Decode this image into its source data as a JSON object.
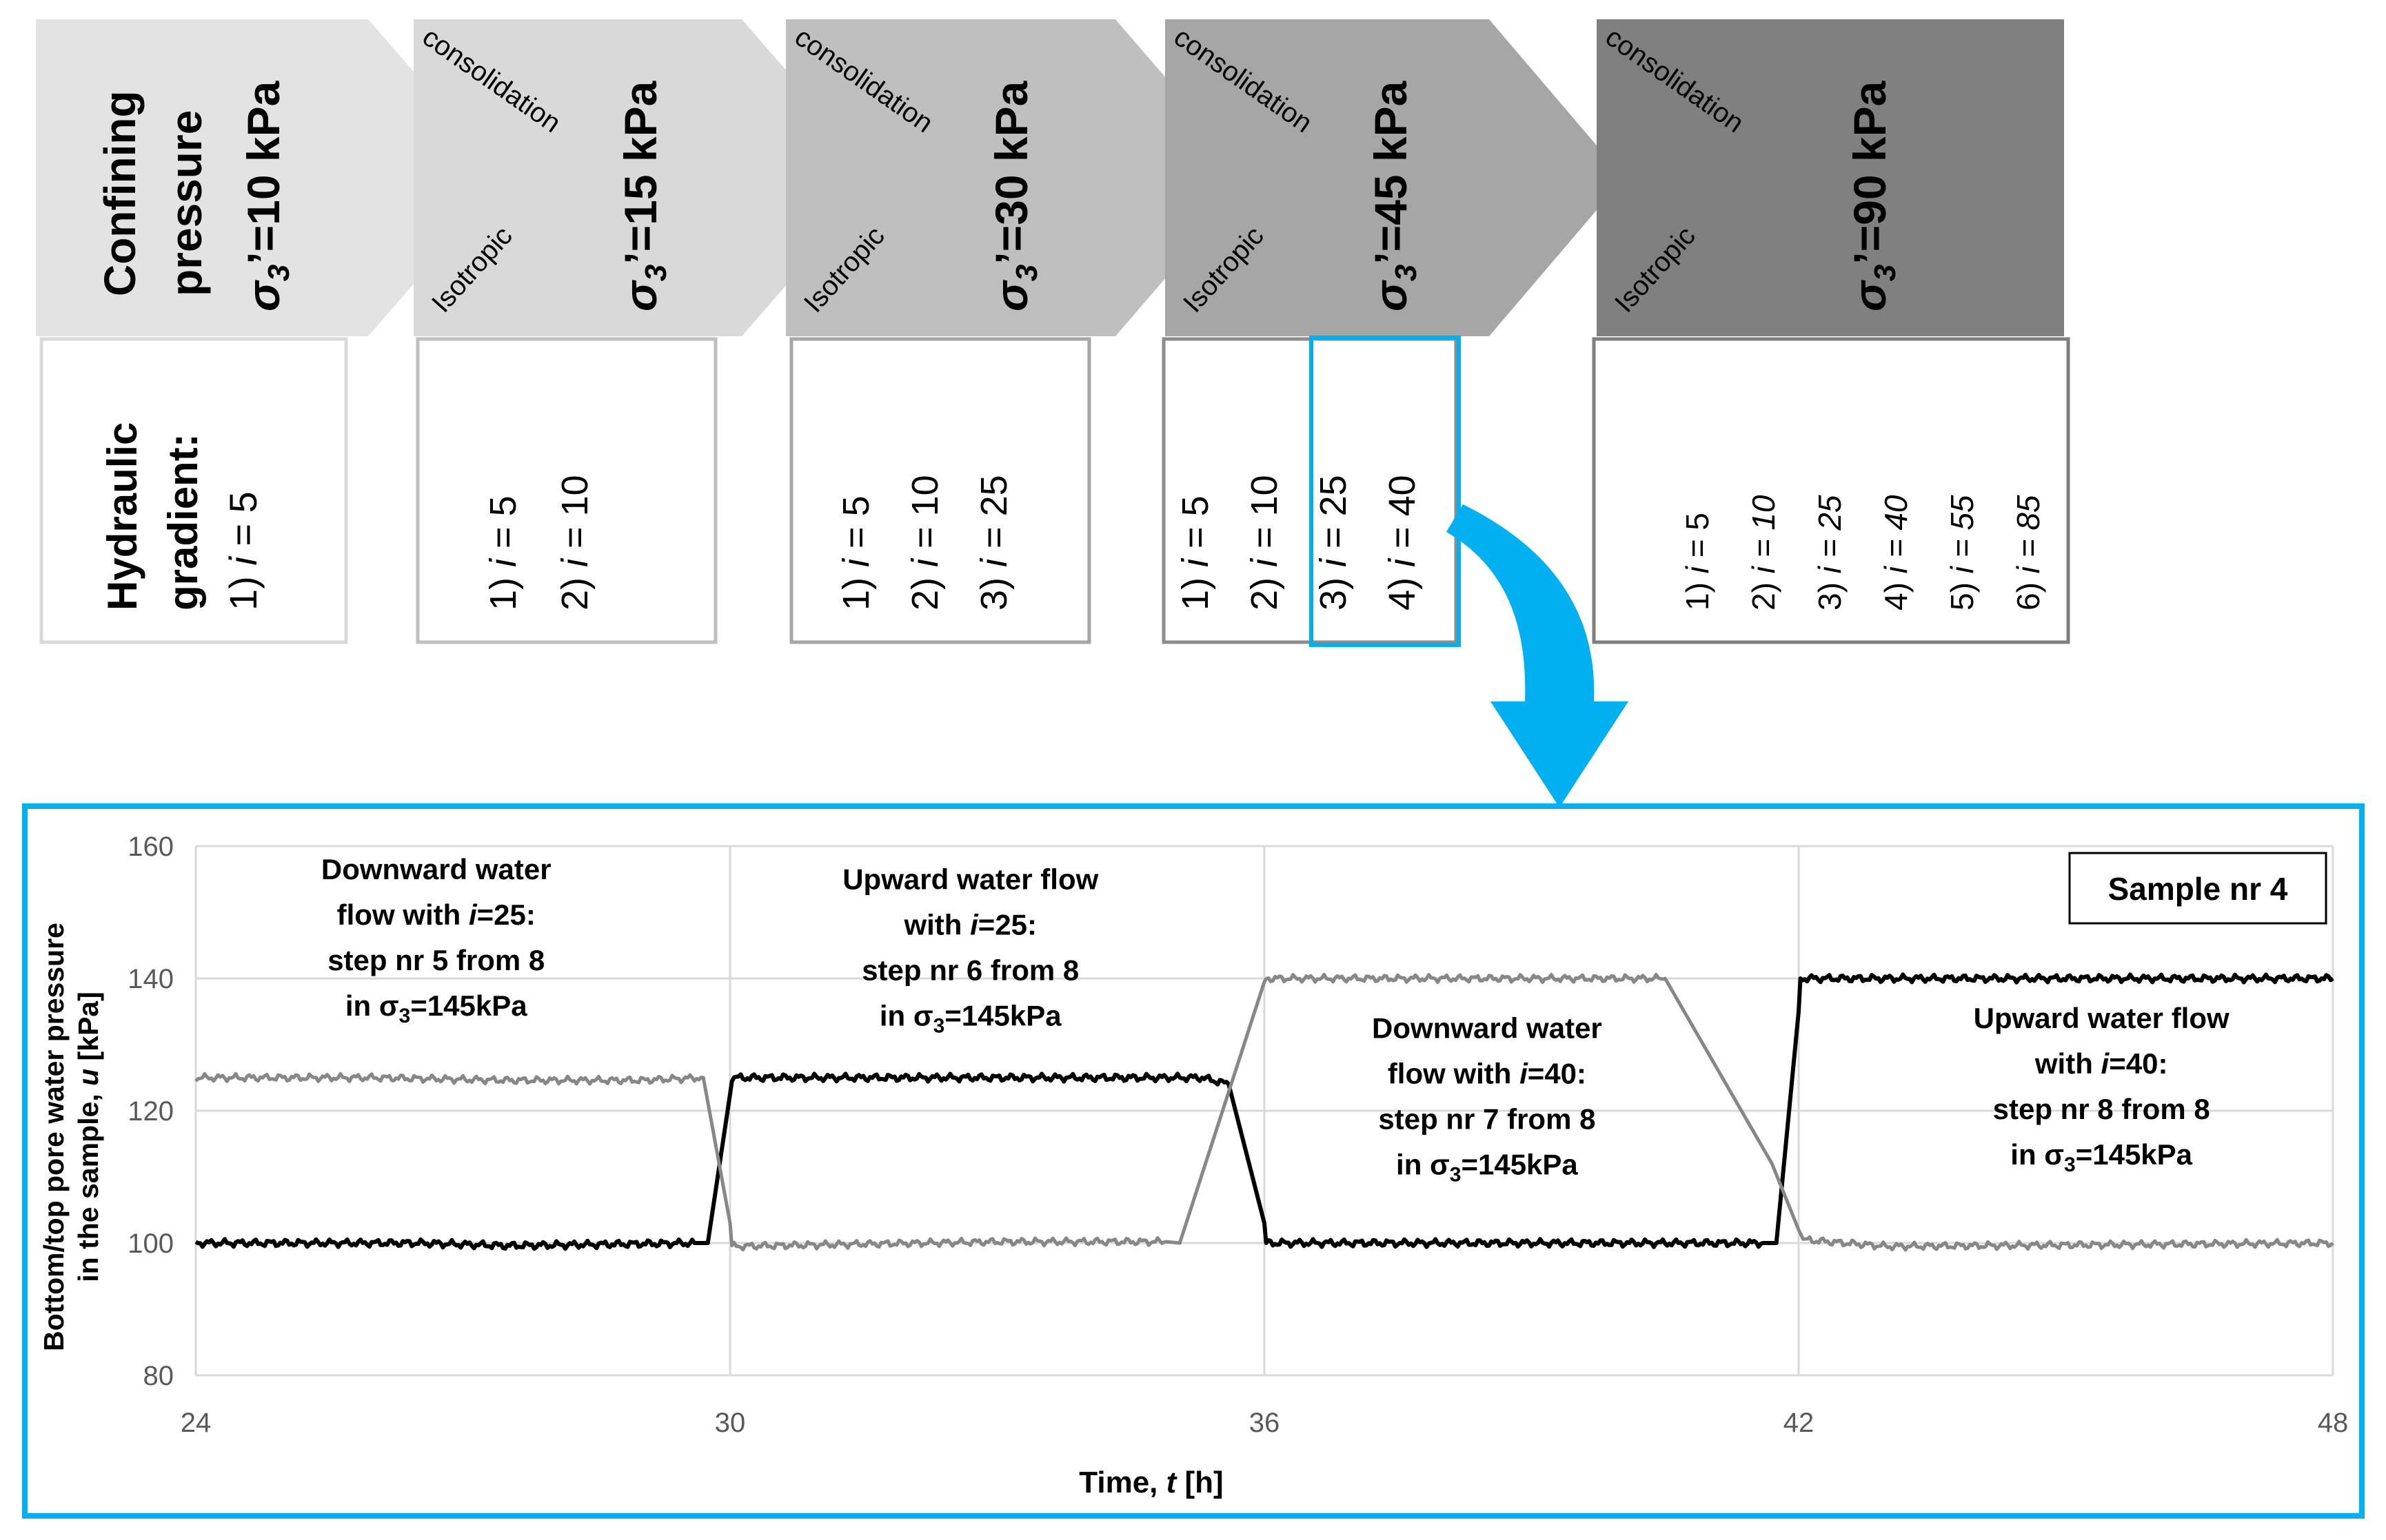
{
  "stages": [
    {
      "header_lines": [
        "Confining",
        "pressure"
      ],
      "sigma": {
        "sym": "σ",
        "sub": "3",
        "rest": "’=10 kPa"
      },
      "gradient_header": [
        "Hydraulic",
        "gradient:"
      ],
      "steps": [
        "1) i = 5"
      ],
      "fill": "#e3e3e3",
      "box_border": "#d9d9d9"
    },
    {
      "consolidation": "consolidation",
      "isotropic": "Isotropic",
      "sigma": {
        "sym": "σ",
        "sub": "3",
        "rest": "’=15 kPa"
      },
      "steps": [
        "1) i = 5",
        "2) i = 10"
      ],
      "fill": "#d9d9d9",
      "box_border": "#bfbfbf"
    },
    {
      "consolidation": "consolidation",
      "isotropic": "Isotropic",
      "sigma": {
        "sym": "σ",
        "sub": "3",
        "rest": "’=30 kPa"
      },
      "steps": [
        "1) i = 5",
        "2) i = 10",
        "3) i = 25"
      ],
      "fill": "#bfbfbf",
      "box_border": "#a6a6a6"
    },
    {
      "consolidation": "consolidation",
      "isotropic": "Isotropic",
      "sigma": {
        "sym": "σ",
        "sub": "3",
        "rest": "’=45 kPa"
      },
      "steps": [
        "1) i = 5",
        "2) i = 10",
        "3) i = 25",
        "4) i = 40"
      ],
      "fill": "#a6a6a6",
      "box_border": "#8c8c8c"
    },
    {
      "consolidation": "consolidation",
      "isotropic": "Isotropic",
      "sigma": {
        "sym": "σ",
        "sub": "3",
        "rest": "’=90 kPa"
      },
      "steps": [
        "1) i = 5",
        "2) i = 10",
        "3) i = 25",
        "4) i = 40",
        "5) i = 55",
        "6) i = 85"
      ],
      "fill": "#808080",
      "box_border": "#7f7f7f"
    }
  ],
  "highlight_color": "#00b0f0",
  "chart_data": {
    "type": "line",
    "legend_box": "Sample nr 4",
    "xlabel": {
      "main": "Time, ",
      "italic": "t",
      "rest": " [h]"
    },
    "ylabel": {
      "line1": "Bottom/top pore water pressure",
      "line2_main": "in the sample, ",
      "line2_italic": "u",
      "line2_rest": " [kPa]"
    },
    "xlim": [
      24,
      48
    ],
    "ylim": [
      80,
      160
    ],
    "xticks": [
      "24",
      "30",
      "36",
      "42",
      "48"
    ],
    "yticks": [
      "80",
      "100",
      "120",
      "140",
      "160"
    ],
    "grid": true,
    "series": [
      {
        "color": "#000000",
        "points": [
          [
            24,
            100
          ],
          [
            26.5,
            100
          ],
          [
            27.5,
            99.6
          ],
          [
            29.6,
            100
          ],
          [
            29.75,
            100
          ],
          [
            30,
            122.5
          ],
          [
            30.02,
            125
          ],
          [
            34,
            125
          ],
          [
            35.3,
            125
          ],
          [
            35.6,
            124
          ],
          [
            36,
            103
          ],
          [
            36.02,
            100
          ],
          [
            41.6,
            100
          ],
          [
            41.75,
            100
          ],
          [
            42,
            135
          ],
          [
            42.02,
            140
          ],
          [
            48,
            140
          ]
        ]
      },
      {
        "color": "#878787",
        "points": [
          [
            24,
            125
          ],
          [
            26,
            125
          ],
          [
            27.5,
            124.6
          ],
          [
            29,
            124.6
          ],
          [
            29.7,
            125
          ],
          [
            30,
            103
          ],
          [
            30.02,
            99.5
          ],
          [
            33,
            100.2
          ],
          [
            34.9,
            100.2
          ],
          [
            35.05,
            100
          ],
          [
            36,
            139.5
          ],
          [
            36.02,
            140
          ],
          [
            40.5,
            140
          ],
          [
            41.7,
            112
          ],
          [
            42,
            102
          ],
          [
            42.05,
            100.5
          ],
          [
            43,
            99.5
          ],
          [
            48,
            100
          ]
        ]
      }
    ],
    "annotations": [
      {
        "x": 26.7,
        "y": 155,
        "lines": [
          {
            "t": "Downward water"
          },
          {
            "t": "flow with ",
            "it": "i",
            "r": "=25:"
          },
          {
            "t": "step nr 5 from 8"
          },
          {
            "t": "in σ",
            "sub": "3",
            "r": "=145kPa"
          }
        ]
      },
      {
        "x": 32.7,
        "y": 153.5,
        "lines": [
          {
            "t": "Upward water flow"
          },
          {
            "t": "with ",
            "it": "i",
            "r": "=25:"
          },
          {
            "t": "step nr 6 from 8"
          },
          {
            "t": "in σ",
            "sub": "3",
            "r": "=145kPa"
          }
        ]
      },
      {
        "x": 38.5,
        "y": 131,
        "lines": [
          {
            "t": "Downward water"
          },
          {
            "t": "flow with ",
            "it": "i",
            "r": "=40:"
          },
          {
            "t": "step nr 7 from 8"
          },
          {
            "t": "in σ",
            "sub": "3",
            "r": "=145kPa"
          }
        ]
      },
      {
        "x": 45.4,
        "y": 132.5,
        "lines": [
          {
            "t": "Upward water flow"
          },
          {
            "t": "with ",
            "it": "i",
            "r": "=40:"
          },
          {
            "t": "step nr 8 from 8"
          },
          {
            "t": "in σ",
            "sub": "3",
            "r": "=145kPa"
          }
        ]
      }
    ]
  }
}
